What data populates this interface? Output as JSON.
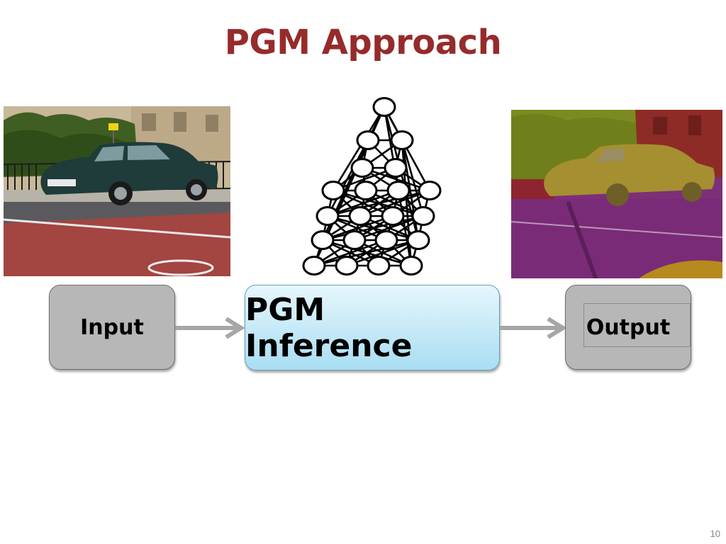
{
  "slide": {
    "title": "PGM Approach",
    "page_number": "10"
  },
  "diagram": {
    "input_label": "Input",
    "inference_label": "PGM Inference",
    "output_label": "Output"
  },
  "colors": {
    "title": "#962b2b",
    "box_gray": "#b7b7b7",
    "box_blue_top": "#e6f6fc",
    "box_blue_bottom": "#a9def3",
    "arrow": "#a6a6a6",
    "seg_road": "#7d2a76",
    "seg_car": "#b8a12e",
    "seg_tree": "#77891b",
    "seg_building": "#8f2b25"
  },
  "icons": {
    "graph": "graphical-model-icon",
    "input_image": "car-photo",
    "output_image": "segmented-car-photo"
  }
}
